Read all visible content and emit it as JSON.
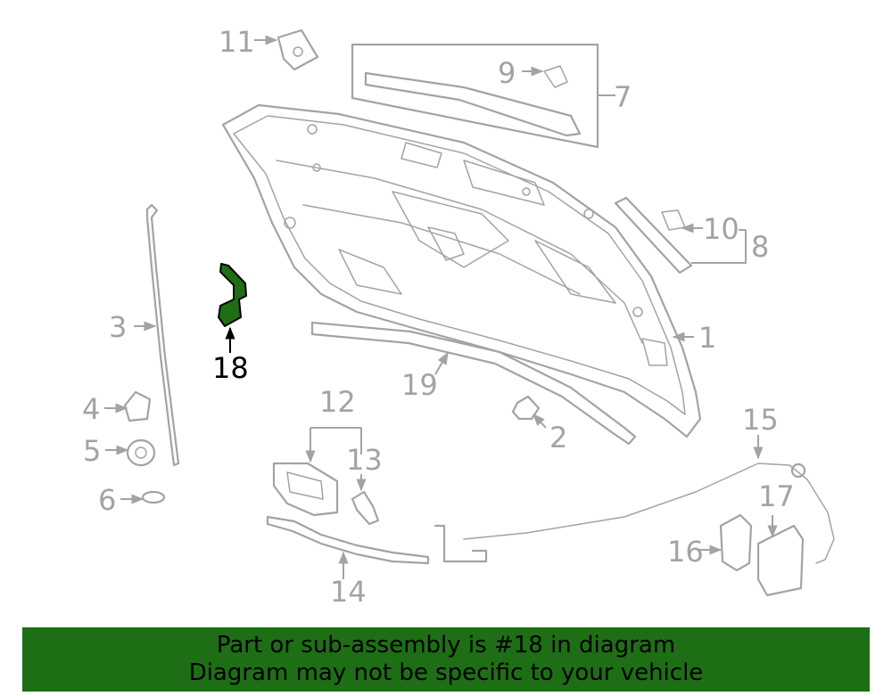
{
  "diagram": {
    "callouts": [
      {
        "id": "1",
        "text": "1"
      },
      {
        "id": "2",
        "text": "2"
      },
      {
        "id": "3",
        "text": "3"
      },
      {
        "id": "4",
        "text": "4"
      },
      {
        "id": "5",
        "text": "5"
      },
      {
        "id": "6",
        "text": "6"
      },
      {
        "id": "7",
        "text": "7"
      },
      {
        "id": "8",
        "text": "8"
      },
      {
        "id": "9",
        "text": "9"
      },
      {
        "id": "10",
        "text": "10"
      },
      {
        "id": "11",
        "text": "11"
      },
      {
        "id": "12",
        "text": "12"
      },
      {
        "id": "13",
        "text": "13"
      },
      {
        "id": "14",
        "text": "14"
      },
      {
        "id": "15",
        "text": "15"
      },
      {
        "id": "16",
        "text": "16"
      },
      {
        "id": "17",
        "text": "17"
      },
      {
        "id": "18",
        "text": "18"
      },
      {
        "id": "19",
        "text": "19"
      }
    ],
    "highlighted_part": "18",
    "colors": {
      "line": "#a3a3a3",
      "highlight_fill": "#1e6e16",
      "highlight_text": "#000000"
    }
  },
  "banner": {
    "line1": "Part or sub-assembly is #18 in diagram",
    "line2": "Diagram may not be specific to your vehicle",
    "background": "#1e6e16"
  }
}
